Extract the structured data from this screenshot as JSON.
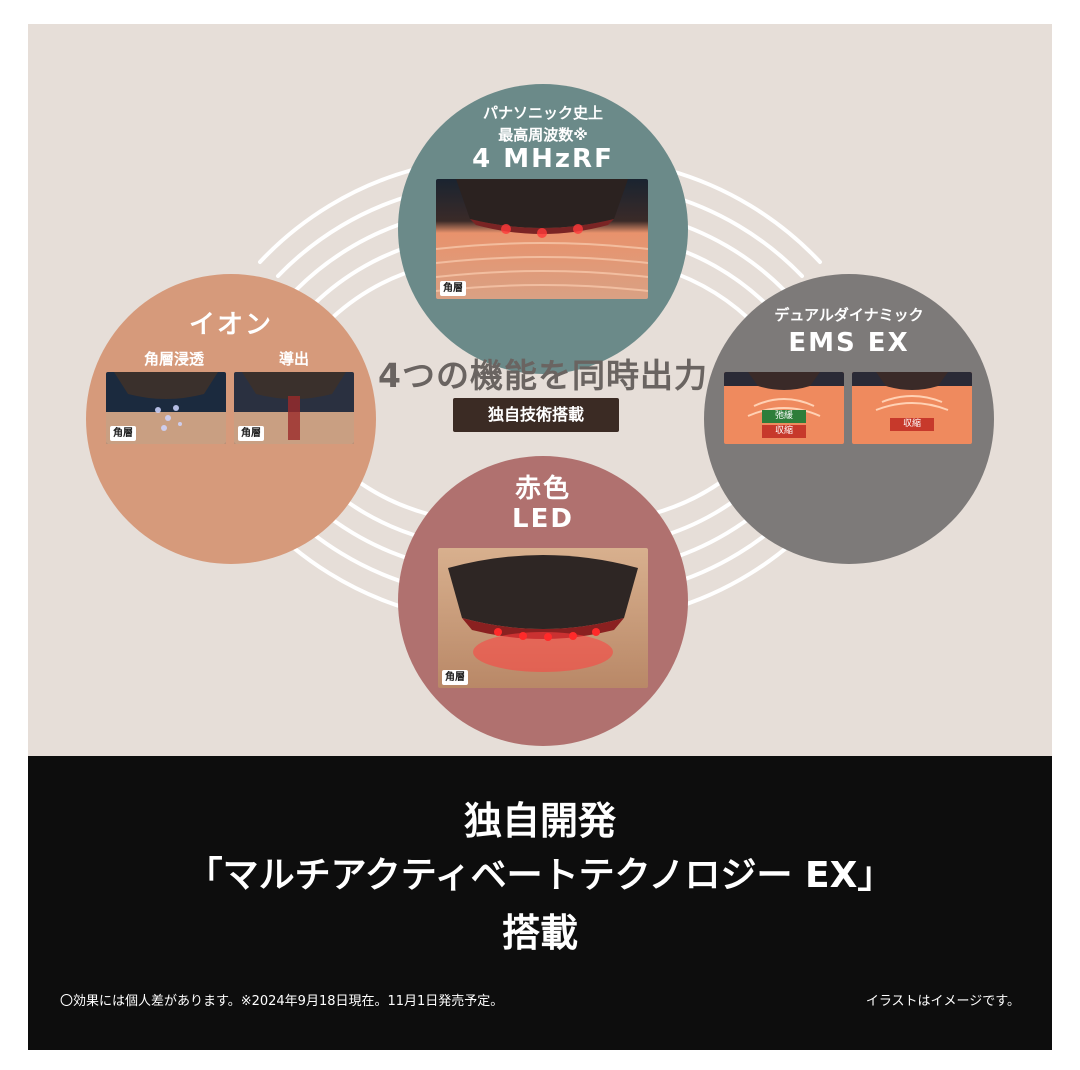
{
  "colors": {
    "background": "#e6ded8",
    "rf_circle": "#6b8a89",
    "ion_circle": "#d69a7b",
    "ems_circle": "#7d7a79",
    "led_circle": "#b0716f",
    "badge": "#3b2b24",
    "footer": "#0d0d0d"
  },
  "rf": {
    "line1": "パナソニック史上",
    "line2": "最高周波数※",
    "title": "4 MHzRF",
    "tag": "角層"
  },
  "ion": {
    "title": "イオン",
    "sub_left": "角層浸透",
    "sub_right": "導出",
    "tag_left": "角層",
    "tag_right": "角層"
  },
  "ems": {
    "line1": "デュアルダイナミック",
    "title": "EMS EX",
    "arrow_relax": "弛緩",
    "arrow_contract_left": "収縮",
    "arrow_contract_right": "収縮"
  },
  "led": {
    "line1": "赤色",
    "line2": "LED",
    "tag": "角層"
  },
  "center": {
    "title": "4つの機能を同時出力",
    "badge": "独自技術搭載"
  },
  "footer": {
    "line1": "独自開発",
    "line2": "「マルチアクティベートテクノロジー EX」",
    "line3": "搭載",
    "note_left": "〇効果には個人差があります。※2024年9月18日現在。11月1日発売予定。",
    "note_right": "イラストはイメージです。"
  }
}
